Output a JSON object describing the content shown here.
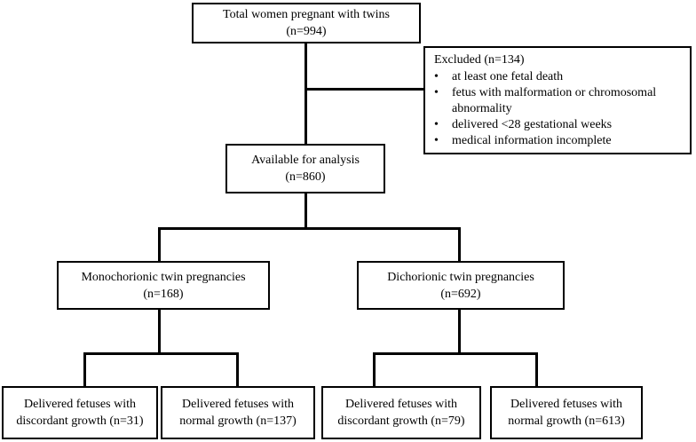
{
  "total": {
    "line1": "Total women pregnant with twins",
    "line2": "(n=994)"
  },
  "excluded": {
    "title": "Excluded (n=134)",
    "items": [
      "at least one fetal death",
      "fetus with malformation or chromosomal abnormality",
      "delivered <28 gestational weeks",
      "medical information incomplete"
    ],
    "bullet": "•"
  },
  "available": {
    "line1": "Available for analysis",
    "line2": "(n=860)"
  },
  "mono": {
    "line1": "Monochorionic twin pregnancies",
    "line2": "(n=168)"
  },
  "di": {
    "line1": "Dichorionic twin pregnancies",
    "line2": "(n=692)"
  },
  "outcomes": [
    {
      "line1": "Delivered fetuses with",
      "line2": "discordant growth (n=31)"
    },
    {
      "line1": "Delivered fetuses with",
      "line2": "normal  growth (n=137)"
    },
    {
      "line1": "Delivered fetuses with",
      "line2": "discordant growth (n=79)"
    },
    {
      "line1": "Delivered fetuses with",
      "line2": "normal  growth (n=613)"
    }
  ]
}
